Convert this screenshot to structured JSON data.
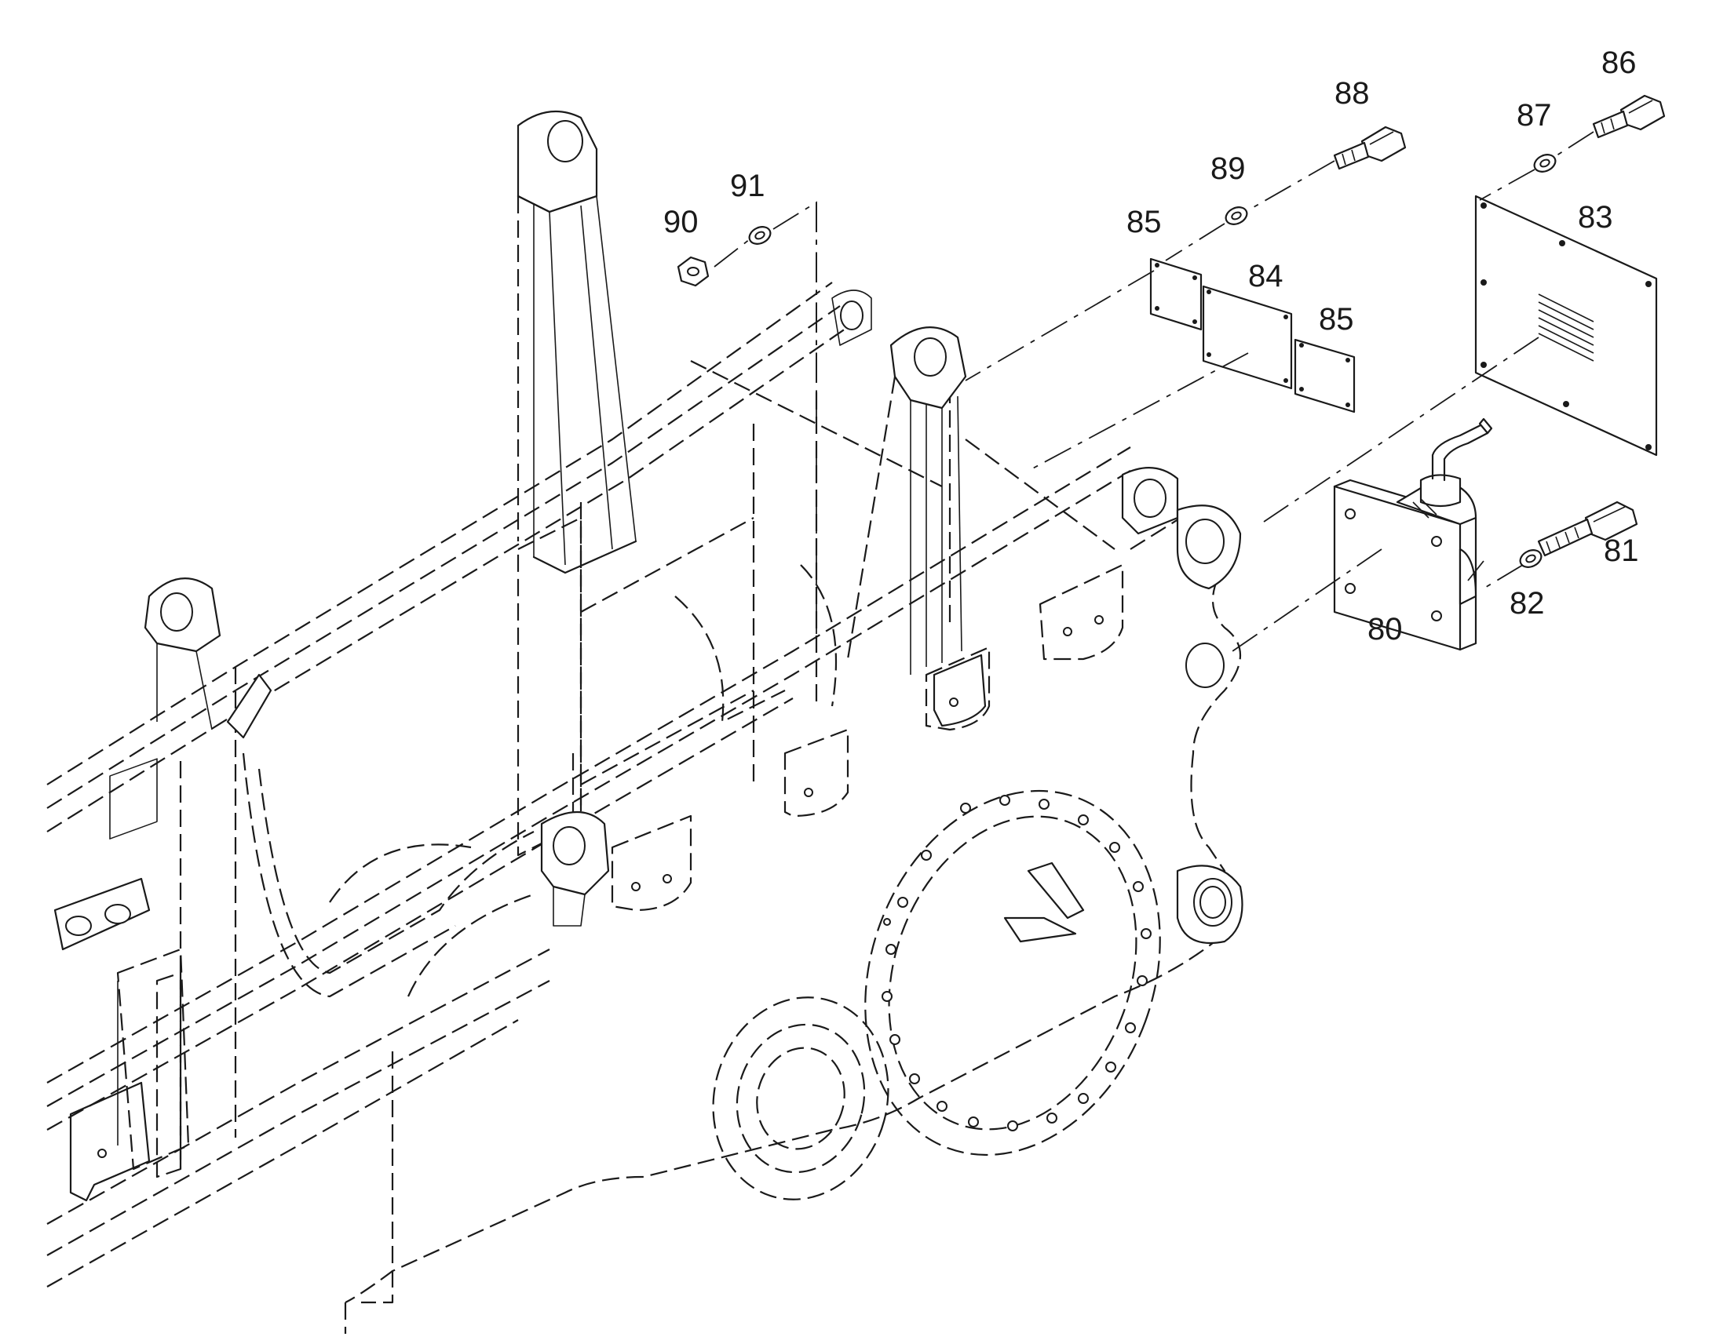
{
  "callouts": {
    "c80": "80",
    "c81": "81",
    "c82": "82",
    "c83": "83",
    "c84": "84",
    "c85a": "85",
    "c85b": "85",
    "c86": "86",
    "c87": "87",
    "c88": "88",
    "c89": "89",
    "c90": "90",
    "c91": "91"
  },
  "colors": {
    "line": "#1a1a1a",
    "background": "#ffffff"
  }
}
